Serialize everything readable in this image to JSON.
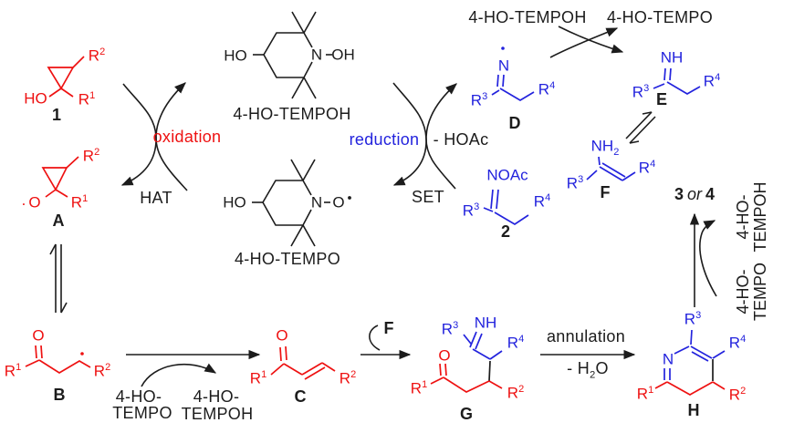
{
  "colors": {
    "red": "#ee1111",
    "blue": "#2323dd",
    "black": "#1c1c1c"
  },
  "rg": {
    "r1": {
      "b": "R",
      "s": "1"
    },
    "r2": {
      "b": "R",
      "s": "2"
    },
    "r3": {
      "b": "R",
      "s": "3"
    },
    "r4": {
      "b": "R",
      "s": "4"
    }
  },
  "atoms": {
    "ho": "HO",
    "o": "O",
    "n": "N",
    "oh": "OH",
    "nh": "NH",
    "nh2b": "NH",
    "nh2s": "2",
    "noac": "NOAc",
    "dot": "·"
  },
  "structure_labels": {
    "c1": "1",
    "c2": "2",
    "A": "A",
    "B": "B",
    "C": "C",
    "D": "D",
    "E": "E",
    "F": "F",
    "G": "G",
    "H": "H"
  },
  "reagents": {
    "tempoh": "4-HO-TEMPOH",
    "tempo": "4-HO-TEMPO",
    "line1": "4-HO-",
    "tempo_line2": "TEMPO",
    "tempoh_line2": "TEMPOH"
  },
  "steps": {
    "oxidation": "oxidation",
    "hat": "HAT",
    "reduction": "reduction",
    "minus_hoac": "- HOAc",
    "set": "SET",
    "annulation": "annulation",
    "h2o_p1": "- H",
    "h2o_sub": "2",
    "h2o_p2": "O",
    "f_reagent": "F"
  },
  "products": {
    "p3": "3",
    "or": "or",
    "p4": "4"
  }
}
